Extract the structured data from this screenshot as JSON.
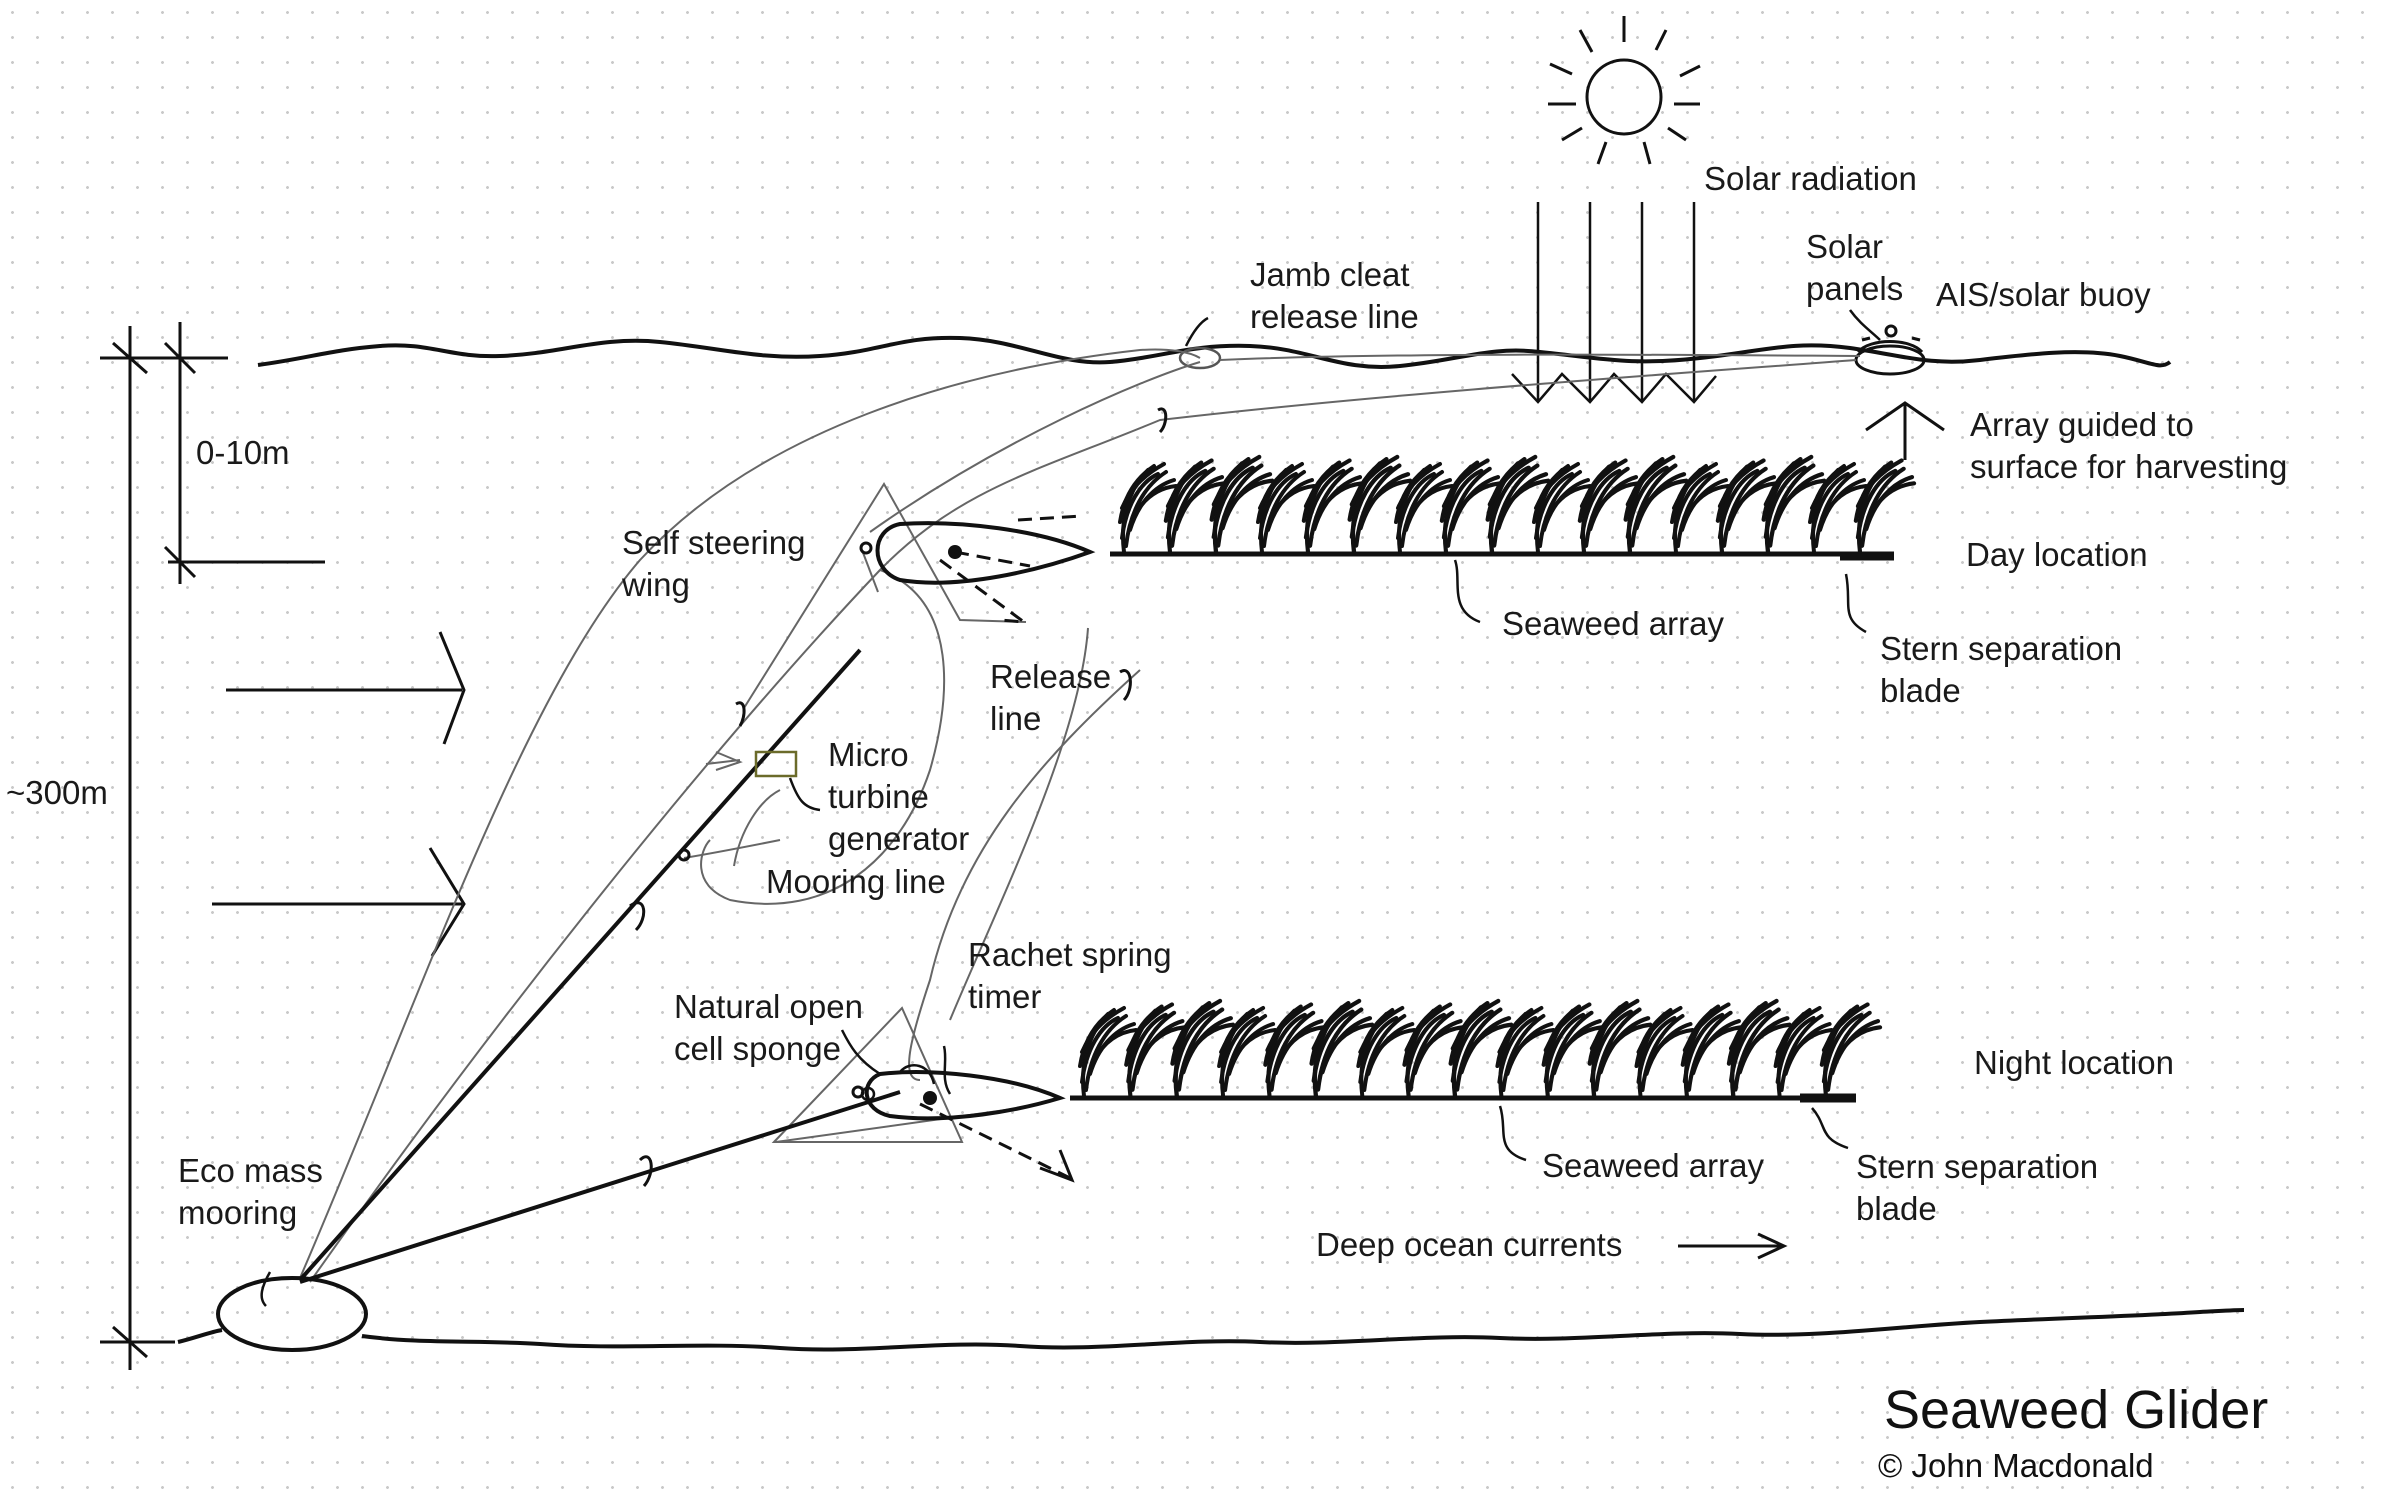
{
  "title": "Seaweed Glider",
  "credit": "© John Macdonald",
  "labels": {
    "solar_radiation": "Solar radiation",
    "solar_panels": [
      "Solar",
      "panels"
    ],
    "ais_buoy": "AIS/solar buoy",
    "jamb_cleat": [
      "Jamb cleat",
      "release line"
    ],
    "depth_surface": "0-10m",
    "depth_total": "~300m",
    "array_guided": [
      "Array guided to",
      "surface for harvesting"
    ],
    "day_location": "Day location",
    "self_steering_wing": [
      "Self steering",
      "wing"
    ],
    "seaweed_array_day": "Seaweed array",
    "stern_blade_day": [
      "Stern separation",
      "blade"
    ],
    "release_line": [
      "Release",
      "line"
    ],
    "micro_turbine": [
      "Micro",
      "turbine",
      "generator"
    ],
    "mooring_line": "Mooring line",
    "rachet_timer": [
      "Rachet spring",
      "timer"
    ],
    "sponge": [
      "Natural open",
      "cell sponge"
    ],
    "night_location": "Night location",
    "seaweed_array_night": "Seaweed array",
    "stern_blade_night": [
      "Stern separation",
      "blade"
    ],
    "eco_mass": [
      "Eco mass",
      "mooring"
    ],
    "deep_currents": "Deep ocean currents"
  }
}
